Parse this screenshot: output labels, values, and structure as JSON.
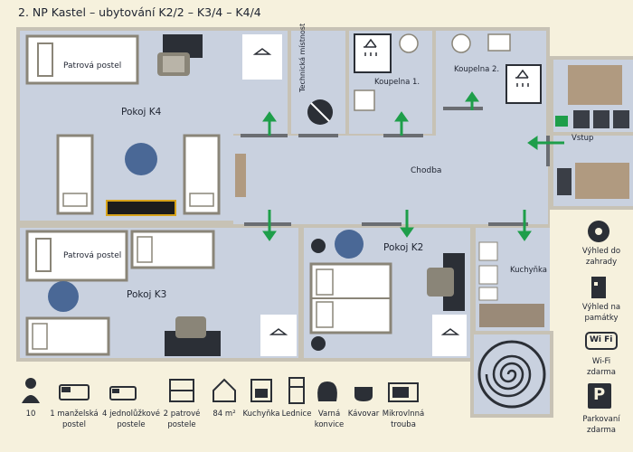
{
  "title": "2. NP Kastel – ubytování K2/2 – K3/4 – K4/4",
  "rooms": {
    "k4": "Pokoj K4",
    "k3": "Pokoj K3",
    "k2": "Pokoj K2",
    "bunk1": "Patrová postel",
    "bunk2": "Patrová postel",
    "tech": "Technická místnost",
    "bath1": "Koupelna 1.",
    "bath2": "Koupelna 2.",
    "hall": "Chodba",
    "kitchen": "Kuchyňka",
    "entry": "Vstup"
  },
  "legend": [
    {
      "l1": "10",
      "l2": "",
      "icon": "person-icon"
    },
    {
      "l1": "1 manželská",
      "l2": "postel",
      "icon": "double-bed-icon"
    },
    {
      "l1": "4 jednolůžkové",
      "l2": "postele",
      "icon": "single-bed-icon"
    },
    {
      "l1": "2 patrové",
      "l2": "postele",
      "icon": "bunk-bed-icon"
    },
    {
      "l1": "84 m²",
      "l2": "",
      "icon": "house-icon"
    },
    {
      "l1": "Kuchyňka",
      "l2": "",
      "icon": "stove-icon"
    },
    {
      "l1": "Lednice",
      "l2": "",
      "icon": "fridge-icon"
    },
    {
      "l1": "Varná",
      "l2": "konvice",
      "icon": "kettle-icon"
    },
    {
      "l1": "Kávovar",
      "l2": "",
      "icon": "coffee-icon"
    },
    {
      "l1": "Mikrovlnná",
      "l2": "trouba",
      "icon": "microwave-icon"
    }
  ],
  "side": [
    {
      "l1": "Výhled do",
      "l2": "zahrady",
      "icon": "flower-icon"
    },
    {
      "l1": "Výhled na",
      "l2": "památky",
      "icon": "tower-icon"
    },
    {
      "l1": "Wi-Fi",
      "l2": "zdarma",
      "icon": "wifi-icon",
      "badge": "Wi Fi"
    },
    {
      "l1": "Parkovaní",
      "l2": "zdarma",
      "icon": "parking-icon",
      "badge": "P"
    }
  ],
  "colors": {
    "wall": "#c7c2b5",
    "floor": "#c9d1df",
    "arrow": "#1e9e4a",
    "dark": "#2b2f36",
    "accent_blue": "#4a6896"
  }
}
